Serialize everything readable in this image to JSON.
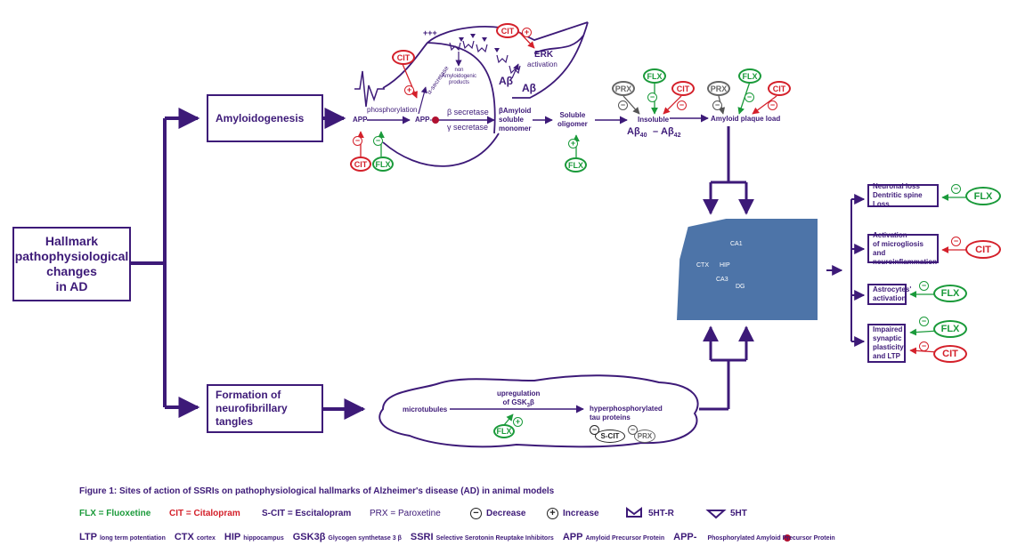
{
  "colors": {
    "primary": "#3d1a78",
    "cit": "#d4202a",
    "flx": "#1a9a3a",
    "prx": "#666666",
    "brain": "#4d74a8"
  },
  "main_box": "Hallmark\npathophysiological\nchanges\nin AD",
  "amyloidogenesis": "Amyloidogenesis",
  "tangles": "Formation of\nneurofibrillary tangles",
  "pathway": {
    "plus_marks": "+++",
    "phosphorylation": "phosphorylation",
    "app": "APP",
    "app_p": "APP-",
    "alpha_secretase": "α-secretase",
    "non_amyloidogenic": "non\nAmyloidogenic\nproducts",
    "beta_secretase": "β secretase",
    "gamma_secretase": "γ secretase",
    "beta_amyloid": "βAmyloid\nsoluble\nmonomer",
    "abeta": "Aβ",
    "erk": "ERK",
    "erk_activation": "activation",
    "soluble_oligomer": "Soluble\noligomer",
    "insoluble": "Insoluble",
    "ab40": "Aβ",
    "ab40_sub": "40",
    "dash": "–",
    "ab42": "Aβ",
    "ab42_sub": "42",
    "plaque": "Amyloid plaque load",
    "microtubules": "microtubules",
    "upregulation": "upregulation\nof GSK",
    "upregulation_sub": "3",
    "upregulation_beta": "β",
    "hyperphos": "hyperphosphorylated\ntau proteins"
  },
  "drugs": {
    "cit": "CIT",
    "flx": "FLX",
    "prx": "PRX",
    "scit": "S-CIT"
  },
  "signs": {
    "minus": "−",
    "plus": "+"
  },
  "brain": {
    "ctx": "CTX",
    "hip": "HIP",
    "ca1": "CA1",
    "ca3": "CA3",
    "dg": "DG"
  },
  "outcomes": [
    {
      "label": "Neuronal loss\nDentritic spine Loss",
      "drug": "FLX"
    },
    {
      "label": "Activation\nof microgliosis and\nneuroinflammation",
      "drug": "CIT"
    },
    {
      "label": "Astrocytes'\nactivation",
      "drug": "FLX"
    },
    {
      "label": "Impaired\nsynaptic\nplasticity\nand LTP",
      "drug": "FLX",
      "drug2": "CIT"
    }
  ],
  "caption": "Figure 1: Sites of action of SSRIs on pathophysiological hallmarks of Alzheimer's disease (AD) in animal models",
  "legend": {
    "flx": "FLX = Fluoxetine",
    "cit": "CIT = Citalopram",
    "scit": "S-CIT = Escitalopram",
    "prx": "PRX = Paroxetine",
    "decrease": "Decrease",
    "increase": "Increase",
    "receptor": "5HT-R",
    "serotonin": "5HT"
  },
  "abbrev": [
    {
      "abbr": "LTP",
      "def": "long term potentiation"
    },
    {
      "abbr": "CTX",
      "def": "cortex"
    },
    {
      "abbr": "HIP",
      "def": "hippocampus"
    },
    {
      "abbr": "GSK3β",
      "def": "Glycogen synthetase 3 β"
    },
    {
      "abbr": "SSRI",
      "def": "Selective Serotonin Reuptake Inhibitors"
    },
    {
      "abbr": "APP",
      "def": "Amyloid Precursor Protein"
    },
    {
      "abbr": "APP-",
      "def": "Phosphorylated Amyloid Precursor Protein"
    }
  ]
}
